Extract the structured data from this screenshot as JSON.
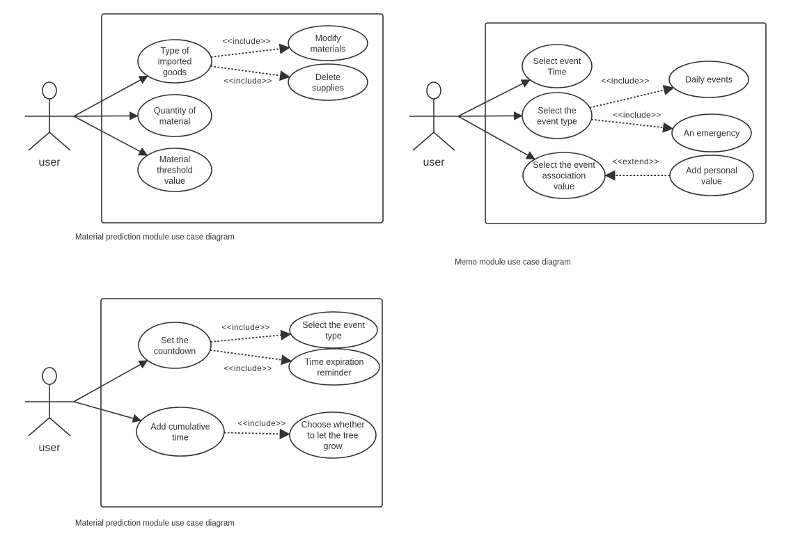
{
  "diagrams": [
    {
      "caption": "Material prediction module use case diagram",
      "actor": "user",
      "use_cases": [
        [
          "Type of",
          "imported",
          "goods"
        ],
        [
          "Quantity of",
          "material"
        ],
        [
          "Material",
          "threshold",
          "value"
        ],
        [
          "Modify",
          "materials"
        ],
        [
          "Delete",
          "supplies"
        ]
      ],
      "relations": [
        "<<include>>",
        "<<include>>"
      ]
    },
    {
      "caption": "Memo module use case diagram",
      "actor": "user",
      "use_cases": [
        [
          "Select event",
          "Time"
        ],
        [
          "Select the",
          "event type"
        ],
        [
          "Select the event",
          "association",
          "value"
        ],
        [
          "Daily events"
        ],
        [
          "An emergency"
        ],
        [
          "Add personal",
          "value"
        ]
      ],
      "relations": [
        "<<include>>",
        "<<include>>",
        "<<extend>>"
      ]
    },
    {
      "caption": "Material prediction module use case diagram",
      "actor": "user",
      "use_cases": [
        [
          "Set the",
          "countdown"
        ],
        [
          "Add cumulative",
          "time"
        ],
        [
          "Select the event",
          "type"
        ],
        [
          "Time expiration",
          "reminder"
        ],
        [
          "Choose whether",
          "to let the tree",
          "grow"
        ]
      ],
      "relations": [
        "<<include>>",
        "<<include>>",
        "<<include>>"
      ]
    }
  ]
}
